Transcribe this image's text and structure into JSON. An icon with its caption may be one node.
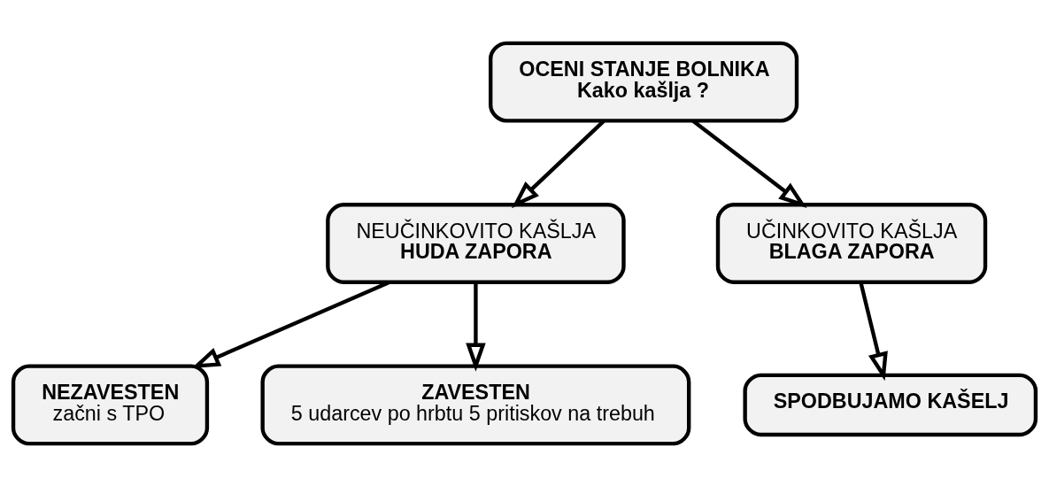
{
  "diagram": {
    "nodes": [
      {
        "text": [
          "OCENI STANJE BOLNIKA",
          "Kako kašlja ?"
        ]
      },
      {
        "text": [
          "NEUČINKOVITO KAŠLJA",
          "HUDA ZAPORA"
        ]
      },
      {
        "text": [
          "UČINKOVITO KAŠLJA",
          "BLAGA ZAPORA"
        ]
      },
      {
        "text": [
          "NEZAVESTEN",
          "začni s TPO"
        ]
      },
      {
        "text": [
          "ZAVESTEN",
          "5 udarcev po hrbtu 5 pritiskov na trebuh"
        ]
      },
      {
        "text": [
          "SPODBUJAMO KAŠELJ"
        ]
      }
    ],
    "edges": [
      {
        "from": 0,
        "to": 1,
        "arrow": "to"
      },
      {
        "from": 0,
        "to": 2,
        "arrow": "to"
      },
      {
        "from": 1,
        "to": 3,
        "arrow": "to"
      },
      {
        "from": 1,
        "to": 4,
        "arrow": "to"
      },
      {
        "from": 2,
        "to": 5,
        "arrow": "to"
      }
    ]
  }
}
